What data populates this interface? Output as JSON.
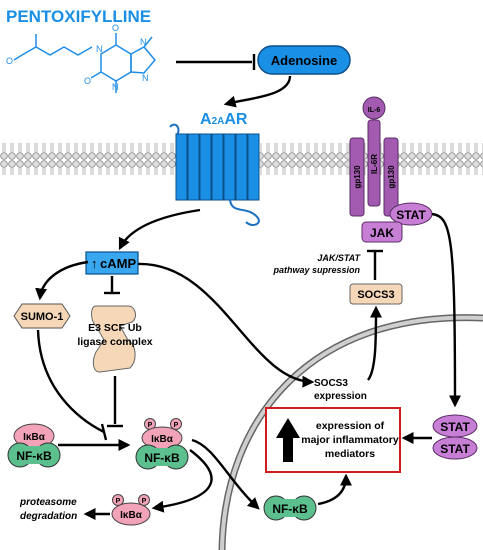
{
  "drug": {
    "name": "PENTOXIFYLLINE"
  },
  "molecule": {
    "atoms": [
      "O",
      "N",
      "N",
      "N",
      "N",
      "O",
      "O"
    ]
  },
  "adenosine": {
    "label": "Adenosine"
  },
  "receptor": {
    "label_big": "A",
    "label_sub": "2A",
    "label_end": "AR"
  },
  "camp": {
    "label": "cAMP"
  },
  "sumo": {
    "label": "SUMO-1"
  },
  "e3": {
    "line1": "E3 SCF Ub",
    "line2": "ligase complex"
  },
  "ikba": {
    "label": "IκBα"
  },
  "nfkb": {
    "label": "NF-κB"
  },
  "phospho": {
    "label": "P"
  },
  "proteasome": {
    "line1": "proteasome",
    "line2": "degradation"
  },
  "il6": {
    "label": "IL-6"
  },
  "il6r": {
    "label": "IL-6R"
  },
  "gp130": {
    "label": "gp130"
  },
  "stat": {
    "label": "STAT"
  },
  "jak": {
    "label": "JAK"
  },
  "jakstat": {
    "line1": "JAK/STAT",
    "line2": "pathway supression"
  },
  "socs3": {
    "label": "SOCS3"
  },
  "socs3expr": {
    "line1": "SOCS3",
    "line2": "expression"
  },
  "expression": {
    "line1": "expression of",
    "line2": "major inflammatory",
    "line3": "mediators"
  },
  "colors": {
    "blue": "#1a8fe6",
    "purple": "#a25bb0",
    "pink": "#f2a3b8",
    "green": "#5cbf8e",
    "peach": "#f6d8b8",
    "red_box": "#d11b1b"
  }
}
